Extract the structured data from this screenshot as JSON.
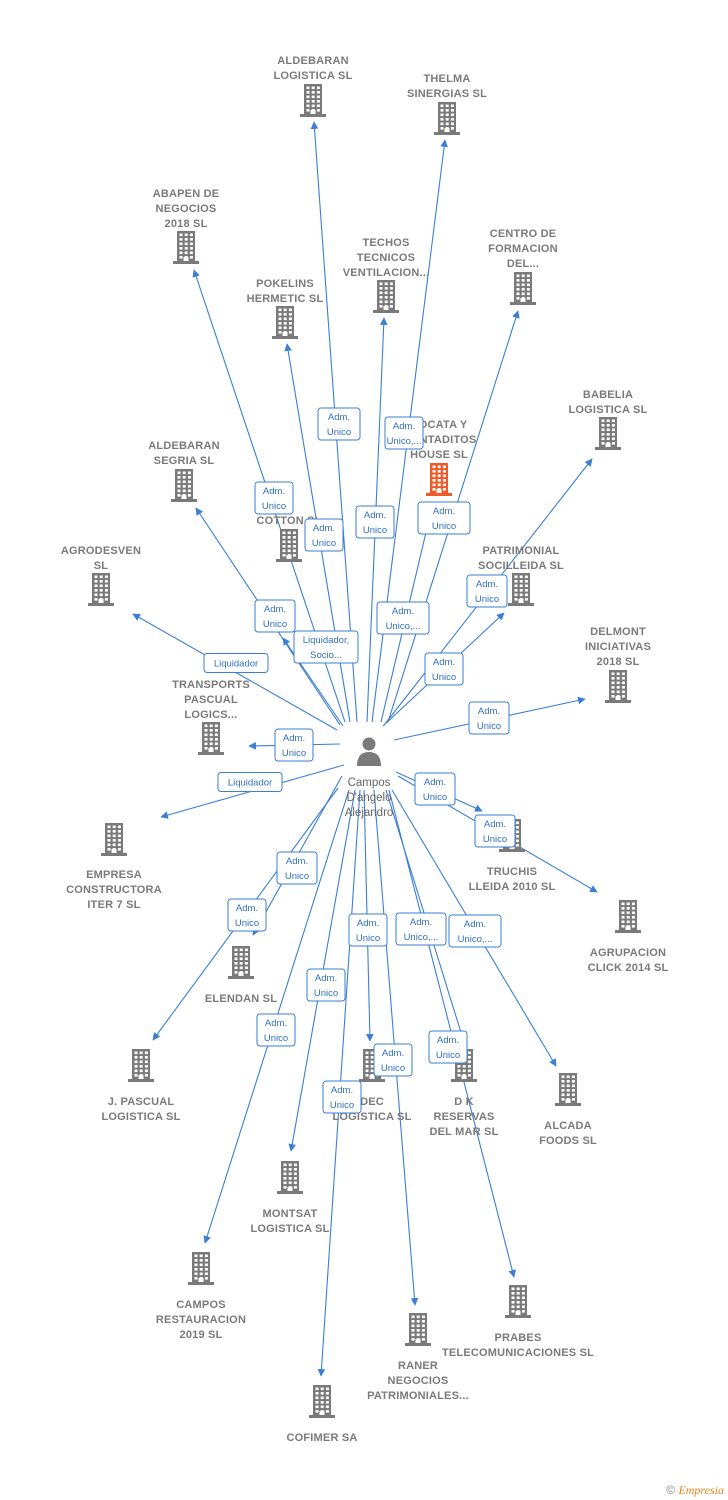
{
  "colors": {
    "edge": "#3a7fd5",
    "building": "#7a7a7a",
    "highlight": "#f05a28",
    "label": "#7a7a7a"
  },
  "center": {
    "name_lines": [
      "Campos",
      "D'angelo",
      "Alejandro"
    ],
    "icon": "person-icon"
  },
  "nodes": [
    {
      "id": "aldebaran-logistica",
      "lines": [
        "ALDEBARAN",
        "LOGISTICA SL"
      ]
    },
    {
      "id": "thelma",
      "lines": [
        "THELMA",
        "SINERGIAS  SL"
      ]
    },
    {
      "id": "abapen",
      "lines": [
        "ABAPEN DE",
        "NEGOCIOS",
        "2018  SL"
      ]
    },
    {
      "id": "techos",
      "lines": [
        "TECHOS",
        "TECNICOS",
        "VENTILACION..."
      ]
    },
    {
      "id": "centro",
      "lines": [
        "CENTRO DE",
        "FORMACION",
        "DEL..."
      ]
    },
    {
      "id": "pokelins",
      "lines": [
        "POKELINS",
        "HERMETIC  SL"
      ]
    },
    {
      "id": "bocata",
      "lines": [
        "BOCATA Y",
        "MONTADITOS",
        "HOUSE  SL"
      ],
      "highlight": true
    },
    {
      "id": "babelia",
      "lines": [
        "BABELIA",
        "LOGISTICA SL"
      ]
    },
    {
      "id": "aldebaran-segria",
      "lines": [
        "ALDEBARAN",
        "SEGRIA  SL"
      ]
    },
    {
      "id": "cotton",
      "lines": [
        "S",
        "COTTON  SL"
      ]
    },
    {
      "id": "agrodesven",
      "lines": [
        "AGRODESVEN",
        "SL"
      ]
    },
    {
      "id": "patrimonial",
      "lines": [
        "PATRIMONIAL",
        "SOCILLEIDA SL"
      ]
    },
    {
      "id": "delmont",
      "lines": [
        "DELMONT",
        "INICIATIVAS",
        "2018  SL"
      ]
    },
    {
      "id": "transports",
      "lines": [
        "TRANSPORTS",
        "PASCUAL",
        "LOGICS..."
      ]
    },
    {
      "id": "empresa",
      "lines": [
        "EMPRESA",
        "CONSTRUCTORA",
        "ITER 7  SL"
      ]
    },
    {
      "id": "truchis",
      "lines": [
        "TRUCHIS",
        "LLEIDA 2010 SL"
      ]
    },
    {
      "id": "agrupacion",
      "lines": [
        "AGRUPACION",
        "CLICK 2014  SL"
      ]
    },
    {
      "id": "elendan",
      "lines": [
        "ELENDAN SL"
      ]
    },
    {
      "id": "jpascual",
      "lines": [
        "J.  PASCUAL",
        "LOGISTICA SL"
      ]
    },
    {
      "id": "dec",
      "lines": [
        "DEC",
        "LOGISTICA  SL"
      ]
    },
    {
      "id": "dk",
      "lines": [
        "D K",
        "RESERVAS",
        "DEL MAR  SL"
      ]
    },
    {
      "id": "alcada",
      "lines": [
        "ALCADA",
        "FOODS  SL"
      ]
    },
    {
      "id": "montsat",
      "lines": [
        "MONTSAT",
        "LOGISTICA SL"
      ]
    },
    {
      "id": "campos-rest",
      "lines": [
        "CAMPOS",
        "RESTAURACION",
        "2019  SL"
      ]
    },
    {
      "id": "prabes",
      "lines": [
        "PRABES",
        "TELECOMUNICACIONES SL"
      ]
    },
    {
      "id": "raner",
      "lines": [
        "RANER",
        "NEGOCIOS",
        "PATRIMONIALES..."
      ]
    },
    {
      "id": "cofimer",
      "lines": [
        "COFIMER SA"
      ]
    }
  ],
  "edge_labels": [
    {
      "id": "aldebaran-logistica",
      "lines": [
        "Adm.",
        "Unico"
      ]
    },
    {
      "id": "bocata",
      "lines": [
        "Adm.",
        "Unico"
      ]
    },
    {
      "id": "abapen",
      "lines": [
        "Adm.",
        "Unico"
      ]
    },
    {
      "id": "pokelins",
      "lines": [
        "Adm.",
        "Unico"
      ]
    },
    {
      "id": "techos",
      "lines": [
        "Adm.",
        "Unico"
      ]
    },
    {
      "id": "thelma",
      "lines": [
        "Adm.",
        "Unico,..."
      ]
    },
    {
      "id": "aldebaran-segria",
      "lines": [
        "Adm.",
        "Unico"
      ]
    },
    {
      "id": "cotton",
      "lines": [
        "Liquidador,",
        "Socio..."
      ]
    },
    {
      "id": "centro",
      "lines": [
        "Adm.",
        "Unico,..."
      ]
    },
    {
      "id": "babelia",
      "lines": [
        "Adm.",
        "Unico"
      ]
    },
    {
      "id": "patrimonial",
      "lines": [
        "Adm.",
        "Unico"
      ]
    },
    {
      "id": "agrodesven",
      "lines": [
        "Liquidador"
      ]
    },
    {
      "id": "delmont",
      "lines": [
        "Adm.",
        "Unico"
      ]
    },
    {
      "id": "transports",
      "lines": [
        "Adm.",
        "Unico"
      ]
    },
    {
      "id": "empresa",
      "lines": [
        "Liquidador"
      ]
    },
    {
      "id": "truchis",
      "lines": [
        "Adm.",
        "Unico"
      ]
    },
    {
      "id": "agrupacion",
      "lines": [
        "Adm.",
        "Unico"
      ]
    },
    {
      "id": "elendan",
      "lines": [
        "Adm.",
        "Unico"
      ]
    },
    {
      "id": "jpascual",
      "lines": [
        "Adm.",
        "Unico"
      ]
    },
    {
      "id": "dec",
      "lines": [
        "Adm.",
        "Unico"
      ]
    },
    {
      "id": "dk",
      "lines": [
        "Adm.",
        "Unico,..."
      ]
    },
    {
      "id": "alcada",
      "lines": [
        "Adm.",
        "Unico,..."
      ]
    },
    {
      "id": "montsat",
      "lines": [
        "Adm.",
        "Unico"
      ]
    },
    {
      "id": "campos-rest",
      "lines": [
        "Adm.",
        "Unico"
      ]
    },
    {
      "id": "raner",
      "lines": [
        "Adm.",
        "Unico"
      ]
    },
    {
      "id": "prabes",
      "lines": [
        "Adm.",
        "Unico"
      ]
    },
    {
      "id": "cofimer",
      "lines": [
        "Adm.",
        "Unico"
      ]
    }
  ],
  "footer": {
    "copyright": "©",
    "brand": "Empresia"
  }
}
